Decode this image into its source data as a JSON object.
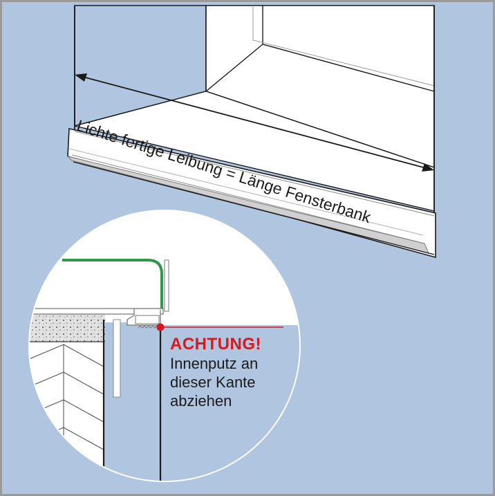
{
  "dimension_label": "Lichte fertige Leibung = Länge Fensterbank",
  "warning": {
    "title": "ACHTUNG!",
    "lines": [
      "Innenputz an",
      "dieser Kante",
      "abziehen"
    ]
  },
  "colors": {
    "background": "#b0c6e0",
    "accent_red": "#d7191f",
    "sill_green": "#2e9a47",
    "outline": "#1a1a1a"
  }
}
